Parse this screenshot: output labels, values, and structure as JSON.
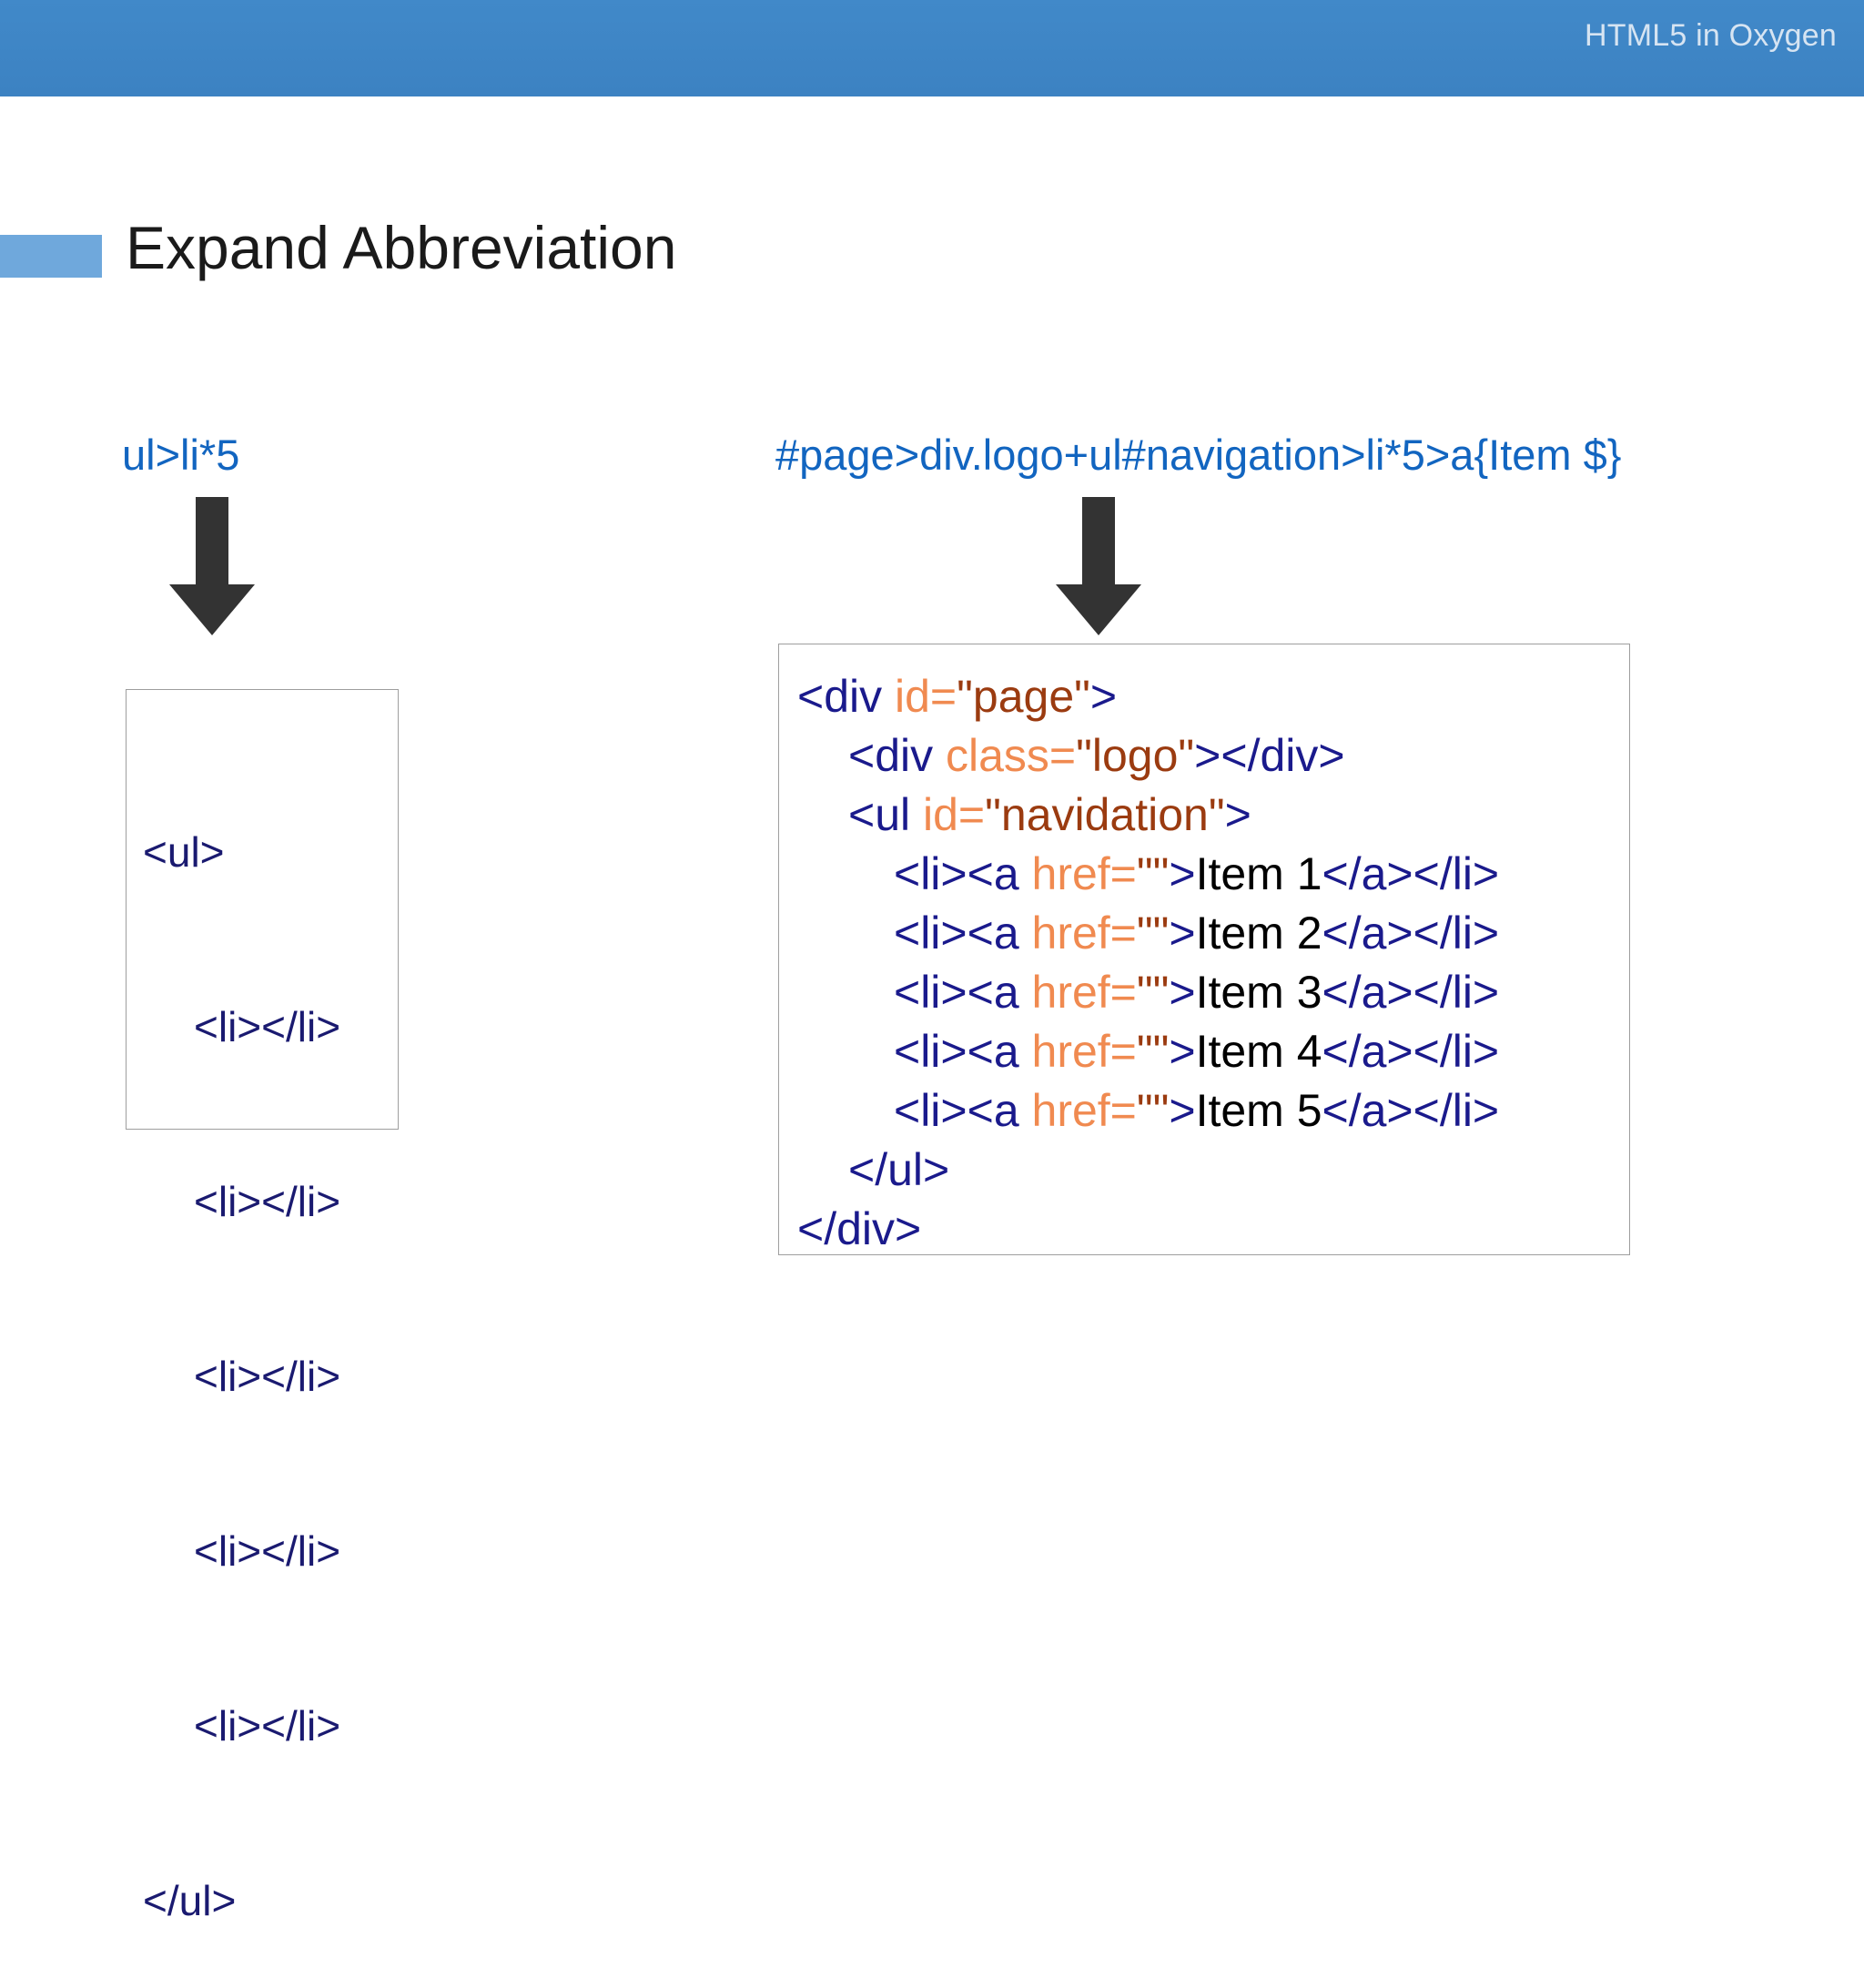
{
  "header": {
    "title": "HTML5 in Oxygen",
    "bar_color": "#3E85C6",
    "title_color": "#d6e4f2"
  },
  "slide": {
    "title": "Expand Abbreviation",
    "accent_color": "#6FA8DC",
    "title_color": "#1a1a1a"
  },
  "abbreviations": {
    "left": "ul>li*5",
    "right": "#page>div.logo+ul#navigation>li*5>a{Item $}",
    "color": "#1265C0"
  },
  "arrows": {
    "color": "#333333",
    "left_name": "arrow-down-left",
    "right_name": "arrow-down-right"
  },
  "code_left": {
    "lines": [
      "<ul>",
      "<li></li>",
      "<li></li>",
      "<li></li>",
      "<li></li>",
      "<li></li>",
      "</ul>"
    ],
    "text_color": "#1a1a70",
    "border_color": "#9e9e9e"
  },
  "code_right": {
    "colors": {
      "tag": "#1a1a8c",
      "attribute": "#F08A50",
      "value": "#9B3B10",
      "text": "#000000",
      "border": "#9e9e9e"
    },
    "lines": [
      {
        "tokens": [
          {
            "t": "<div ",
            "c": "tag"
          },
          {
            "t": "id=",
            "c": "attr"
          },
          {
            "t": "\"page\"",
            "c": "val"
          },
          {
            "t": ">",
            "c": "tag"
          }
        ],
        "indent": 0
      },
      {
        "tokens": [
          {
            "t": "<div ",
            "c": "tag"
          },
          {
            "t": "class=",
            "c": "attr"
          },
          {
            "t": "\"logo\"",
            "c": "val"
          },
          {
            "t": "></div>",
            "c": "tag"
          }
        ],
        "indent": 1
      },
      {
        "tokens": [
          {
            "t": "<ul ",
            "c": "tag"
          },
          {
            "t": "id=",
            "c": "attr"
          },
          {
            "t": "\"navidation\"",
            "c": "val"
          },
          {
            "t": ">",
            "c": "tag"
          }
        ],
        "indent": 1
      },
      {
        "tokens": [
          {
            "t": "<li><a ",
            "c": "tag"
          },
          {
            "t": "href=",
            "c": "attr"
          },
          {
            "t": "\"\"",
            "c": "val"
          },
          {
            "t": ">",
            "c": "tag"
          },
          {
            "t": "Item 1",
            "c": "txt"
          },
          {
            "t": "</a></li>",
            "c": "tag"
          }
        ],
        "indent": 2
      },
      {
        "tokens": [
          {
            "t": "<li><a ",
            "c": "tag"
          },
          {
            "t": "href=",
            "c": "attr"
          },
          {
            "t": "\"\"",
            "c": "val"
          },
          {
            "t": ">",
            "c": "tag"
          },
          {
            "t": "Item 2",
            "c": "txt"
          },
          {
            "t": "</a></li>",
            "c": "tag"
          }
        ],
        "indent": 2
      },
      {
        "tokens": [
          {
            "t": "<li><a ",
            "c": "tag"
          },
          {
            "t": "href=",
            "c": "attr"
          },
          {
            "t": "\"\"",
            "c": "val"
          },
          {
            "t": ">",
            "c": "tag"
          },
          {
            "t": "Item 3",
            "c": "txt"
          },
          {
            "t": "</a></li>",
            "c": "tag"
          }
        ],
        "indent": 2
      },
      {
        "tokens": [
          {
            "t": "<li><a ",
            "c": "tag"
          },
          {
            "t": "href=",
            "c": "attr"
          },
          {
            "t": "\"\"",
            "c": "val"
          },
          {
            "t": ">",
            "c": "tag"
          },
          {
            "t": "Item 4",
            "c": "txt"
          },
          {
            "t": "</a></li>",
            "c": "tag"
          }
        ],
        "indent": 2
      },
      {
        "tokens": [
          {
            "t": "<li><a ",
            "c": "tag"
          },
          {
            "t": "href=",
            "c": "attr"
          },
          {
            "t": "\"\"",
            "c": "val"
          },
          {
            "t": ">",
            "c": "tag"
          },
          {
            "t": "Item 5",
            "c": "txt"
          },
          {
            "t": "</a></li>",
            "c": "tag"
          }
        ],
        "indent": 2
      },
      {
        "tokens": [
          {
            "t": "</ul>",
            "c": "tag"
          }
        ],
        "indent": 1
      },
      {
        "tokens": [
          {
            "t": "</div>",
            "c": "tag"
          }
        ],
        "indent": 0
      }
    ]
  }
}
